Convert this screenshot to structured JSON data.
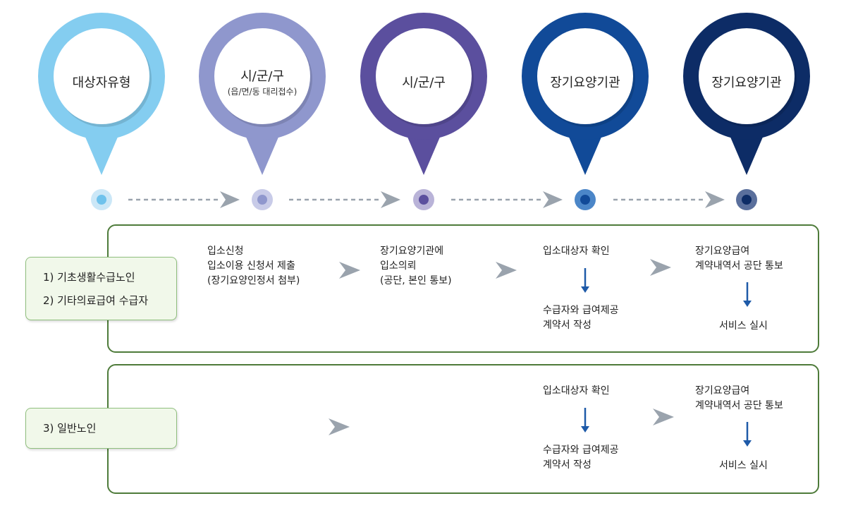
{
  "pins": [
    {
      "title": "대상자유형",
      "subtitle": "",
      "color": "#84cdf0",
      "dot_outer": "#cbe7f7",
      "dot_inner": "#6fc2ec"
    },
    {
      "title": "시/군/구",
      "subtitle": "(읍/면/동 대리접수)",
      "color": "#8f97cd",
      "dot_outer": "#c8cbe8",
      "dot_inner": "#8f97cd"
    },
    {
      "title": "시/군/구",
      "subtitle": "",
      "color": "#5b4f9e",
      "dot_outer": "#b9b3d8",
      "dot_inner": "#5b4f9e"
    },
    {
      "title": "장기요양기관",
      "subtitle": "",
      "color": "#114a98",
      "dot_outer": "#4b86c8",
      "dot_inner": "#114a98"
    },
    {
      "title": "장기요양기관",
      "subtitle": "",
      "color": "#0d2c66",
      "dot_outer": "#5a6f9c",
      "dot_inner": "#0d2c66"
    }
  ],
  "row1": {
    "labels": [
      "1) 기초생활수급노인",
      "2) 기타의료급여 수급자"
    ],
    "step1": [
      "입소신청",
      "입소이용 신청서 제출",
      "(장기요양인정서 첨부)"
    ],
    "step2": [
      "장기요양기관에",
      "입소의뢰",
      "(공단, 본인 통보)"
    ],
    "step3_top": [
      "입소대상자 확인"
    ],
    "step3_bottom": [
      "수급자와 급여제공",
      "계약서 작성"
    ],
    "step4_top": [
      "장기요양급여",
      "계약내역서 공단 통보"
    ],
    "step4_bottom": [
      "서비스 실시"
    ]
  },
  "row2": {
    "labels": [
      "3) 일반노인"
    ],
    "step3_top": [
      "입소대상자 확인"
    ],
    "step3_bottom": [
      "수급자와 급여제공",
      "계약서 작성"
    ],
    "step4_top": [
      "장기요양급여",
      "계약내역서 공단 통보"
    ],
    "step4_bottom": [
      "서비스 실시"
    ]
  },
  "colors": {
    "box_border": "#4e7b3a",
    "label_bg": "#f1f8ea",
    "label_border": "#8fbf7d",
    "arrow_gray": "#9aa3ad",
    "arrow_blue": "#1e5aa8"
  },
  "icons": {
    "chevron": "chevron-right-icon",
    "down": "arrow-down-icon"
  }
}
